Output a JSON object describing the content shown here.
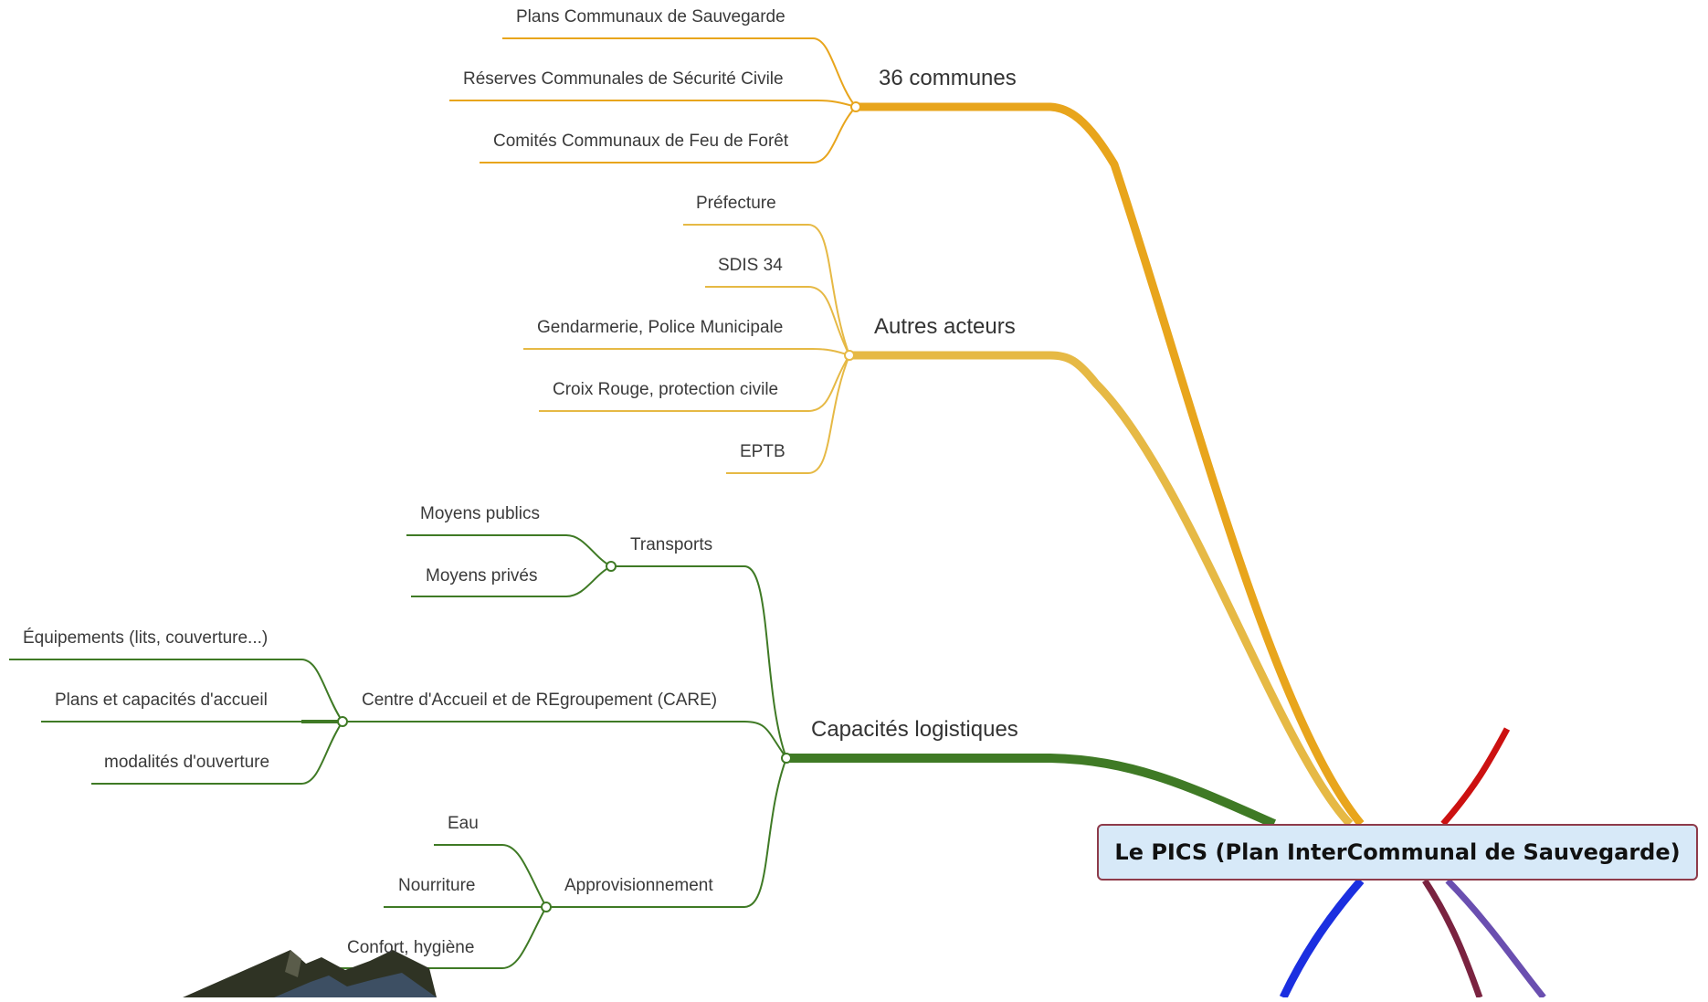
{
  "colors": {
    "orange": "#e8a51c",
    "gold": "#e6b945",
    "green": "#3f7a25",
    "red": "#cc1111",
    "blue": "#1b2fe0",
    "maroon": "#7a2340",
    "purple": "#6a4fb0",
    "center_border": "#8e3b4a",
    "center_fill": "#d7e9f8"
  },
  "center": {
    "label": "Le PICS (Plan InterCommunal de Sauvegarde)"
  },
  "branches": [
    {
      "label": "36 communes",
      "color": "orange",
      "children": [
        {
          "label": "Plans Communaux de Sauvegarde"
        },
        {
          "label": "Réserves Communales de Sécurité Civile"
        },
        {
          "label": "Comités Communaux de Feu de Forêt"
        }
      ]
    },
    {
      "label": "Autres acteurs",
      "color": "gold",
      "children": [
        {
          "label": "Préfecture"
        },
        {
          "label": "SDIS 34"
        },
        {
          "label": "Gendarmerie, Police Municipale"
        },
        {
          "label": "Croix Rouge, protection civile"
        },
        {
          "label": "EPTB"
        }
      ]
    },
    {
      "label": "Capacités logistiques",
      "color": "green",
      "children": [
        {
          "label": "Transports",
          "children": [
            {
              "label": "Moyens publics"
            },
            {
              "label": "Moyens privés"
            }
          ]
        },
        {
          "label": "Centre d'Accueil et de REgroupement (CARE)",
          "children": [
            {
              "label": "Équipements (lits, couverture...)"
            },
            {
              "label": "Plans et capacités d'accueil"
            },
            {
              "label": "modalités d'ouverture"
            }
          ]
        },
        {
          "label": "Approvisionnement",
          "children": [
            {
              "label": "Eau"
            },
            {
              "label": "Nourriture"
            },
            {
              "label": "Confort, hygiène"
            }
          ]
        }
      ]
    }
  ]
}
